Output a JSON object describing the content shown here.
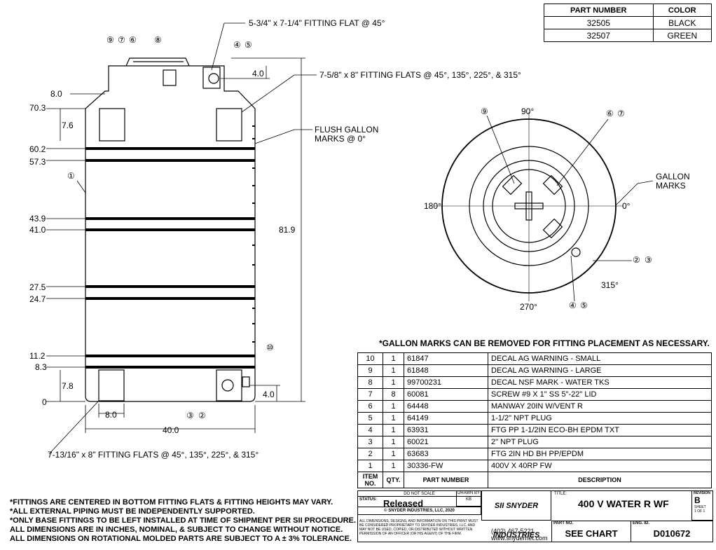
{
  "part_table": {
    "headers": [
      "PART NUMBER",
      "COLOR"
    ],
    "rows": [
      [
        "32505",
        "BLACK"
      ],
      [
        "32507",
        "GREEN"
      ]
    ]
  },
  "side_view": {
    "callouts": {
      "top_fitting_flat": "5-3/4\" x 7-1/4\" FITTING FLAT @ 45°",
      "side_fitting_flats": "7-5/8\" x 8\" FITTING FLATS @ 45°, 135°, 225°, & 315°",
      "gallon_marks": "FLUSH GALLON MARKS @ 0°",
      "bottom_fitting_flats": "7-13/16\" x 8\" FITTING FLATS @ 45°, 135°, 225°, & 315°"
    },
    "balloons": [
      "9",
      "7",
      "6",
      "8",
      "4",
      "5",
      "1",
      "10",
      "3",
      "2"
    ],
    "heights": [
      "70.3",
      "60.2",
      "57.3",
      "43.9",
      "41.0",
      "27.5",
      "24.7",
      "11.2",
      "8.3",
      "0"
    ],
    "dims": {
      "top_flat_width": "8.0",
      "top_flat_height": "7.6",
      "fitting_height_top": "4.0",
      "overall_height": "81.9",
      "bottom_flat_height": "7.8",
      "fitting_height_bottom": "4.0",
      "bottom_flat_width": "8.0",
      "diameter": "40.0"
    }
  },
  "top_view": {
    "angles": [
      "90°",
      "180°",
      "0°",
      "270°",
      "315°"
    ],
    "balloons": [
      "9",
      "6",
      "7",
      "2",
      "3",
      "4",
      "5"
    ],
    "gallon_marks": "GALLON MARKS"
  },
  "note_gallon": "*GALLON MARKS CAN BE REMOVED FOR FITTING PLACEMENT AS NECESSARY.",
  "bom": {
    "rows": [
      [
        "10",
        "1",
        "61847",
        "DECAL AG WARNING - SMALL"
      ],
      [
        "9",
        "1",
        "61848",
        "DECAL AG WARNING - LARGE"
      ],
      [
        "8",
        "1",
        "99700231",
        "DECAL NSF MARK - WATER TKS"
      ],
      [
        "7",
        "8",
        "60081",
        "SCREW #9 X 1\" SS 5\"-22\" LID"
      ],
      [
        "6",
        "1",
        "64448",
        "MANWAY 20IN W/VENT R"
      ],
      [
        "5",
        "1",
        "64149",
        "1-1/2\" NPT PLUG"
      ],
      [
        "4",
        "1",
        "63931",
        "FTG PP 1-1/2IN ECO-BH EPDM TXT"
      ],
      [
        "3",
        "1",
        "60021",
        "2\" NPT PLUG"
      ],
      [
        "2",
        "1",
        "63683",
        "FTG 2IN HD BH PP/EPDM"
      ],
      [
        "1",
        "1",
        "30336-FW",
        "400V X 40RP FW"
      ]
    ],
    "headers": [
      "ITEM NO.",
      "QTY.",
      "PART NUMBER",
      "DESCRIPTION"
    ]
  },
  "notes": [
    "*FITTINGS ARE CENTERED IN BOTTOM FITTING FLATS & FITTING HEIGHTS MAY VARY.",
    "*ALL EXTERNAL PIPING MUST BE INDEPENDENTLY SUPPORTED.",
    "*ONLY BASE FITTINGS TO BE LEFT INSTALLED AT TIME OF SHIPMENT PER SII PROCEDURE.",
    "ALL DIMENSIONS ARE IN INCHES, NOMINAL, & SUBJECT TO CHANGE WITHOUT NOTICE.",
    "ALL DIMENSIONS ON ROTATIONAL MOLDED PARTS ARE SUBJECT TO A ± 3% TOLERANCE."
  ],
  "title_block": {
    "do_not_scale": "DO NOT SCALE",
    "drawn_by_label": "DRAWN BY",
    "drawn_by": "KB",
    "status_label": "STATUS:",
    "status": "Released",
    "copyright": "© SNYDER INDUSTRIES, LLC, 2020",
    "disclaimer": "ALL DIMENSIONS, DESIGNS, AND INFORMATION ON THIS PRINT MUST BE CONSIDERED PROPRIETARY TO SNYDER INDUSTRIES, LLC, AND MAY NOT BE USED, COPIED, OR DISTRIBUTED WITHOUT WRITTEN PERMISSION OF AN OFFICER (OR HIS AGENT) OF THE FIRM.",
    "logo": "SII SNYDER INDUSTRIES",
    "phone": "(402) 467-5221",
    "web": "www.snydernet.com",
    "title_label": "TITLE:",
    "title": "400 V WATER R WF",
    "revision_label": "REVISION",
    "revision": "B",
    "sheet_label": "SHEET",
    "sheet": "1 OF 1",
    "part_no_label": "PART NO.",
    "part_no": "SEE CHART",
    "eng_id_label": "ENG. ID.",
    "eng_id": "D010672"
  }
}
